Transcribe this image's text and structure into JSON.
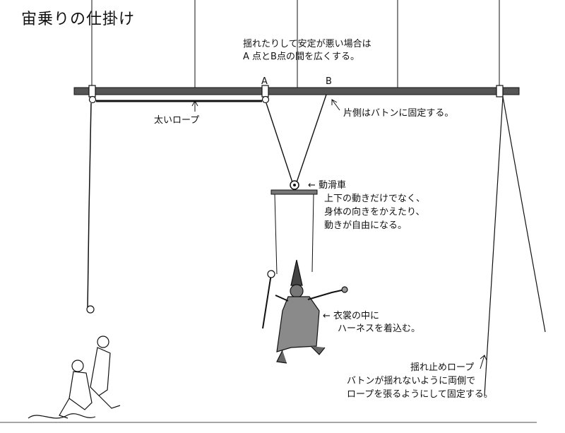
{
  "title": "宙乗りの仕掛け",
  "labels": {
    "point_a": "A",
    "point_b": "B",
    "stability_line1": "揺れたりして安定が悪い場合は",
    "stability_line2": "A 点とB点の間を広くする。",
    "thick_rope": "太いロープ",
    "fixed_one_side": "片側はバトンに固定する。",
    "pulley_title": "動滑車",
    "pulley_line1": "上下の動きだけでなく、",
    "pulley_line2": "身体の向きをかえたり、",
    "pulley_line3": "動きが自由になる。",
    "harness_line1": "衣裳の中に",
    "harness_line2": "ハーネスを着込む。",
    "stop_rope_title": "揺れ止めロープ",
    "stop_rope_line1": "バトンが揺れないように両側で",
    "stop_rope_line2": "ロープを張るようにして固定する。"
  },
  "arrow_glyph": "←",
  "colors": {
    "ink": "#111111",
    "batten": "#555555",
    "background": "#ffffff"
  }
}
